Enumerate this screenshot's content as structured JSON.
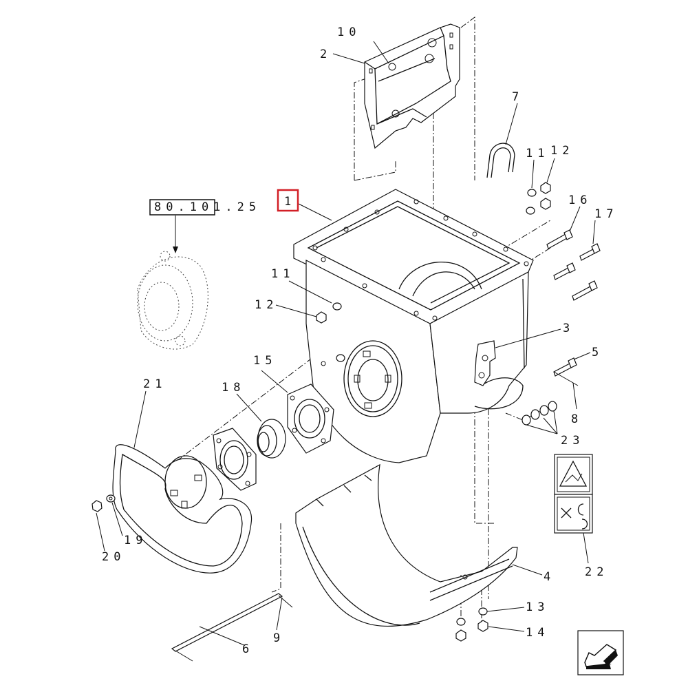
{
  "reference_label": "80.101.25",
  "highlighted_callout": "1",
  "callouts": {
    "c1": "1",
    "c2": "2",
    "c3": "3",
    "c4": "4",
    "c5": "5",
    "c6": "6",
    "c7": "7",
    "c8": "8",
    "c9": "9",
    "c10": "10",
    "c11a": "11",
    "c11b": "11",
    "c12a": "12",
    "c12b": "12",
    "c13": "13",
    "c14": "14",
    "c15": "15",
    "c16": "16",
    "c17": "17",
    "c18": "18",
    "c19": "19",
    "c20": "20",
    "c21": "21",
    "c22": "22",
    "c23": "23"
  },
  "icons": {
    "warning_decal": "crush-hazard-warning-icon",
    "safety_decal": "rotating-parts-safety-icon",
    "nav_arrow": "previous-page-arrow-icon"
  },
  "colors": {
    "line": "#111111",
    "highlight": "#d21f26",
    "background": "#ffffff"
  }
}
